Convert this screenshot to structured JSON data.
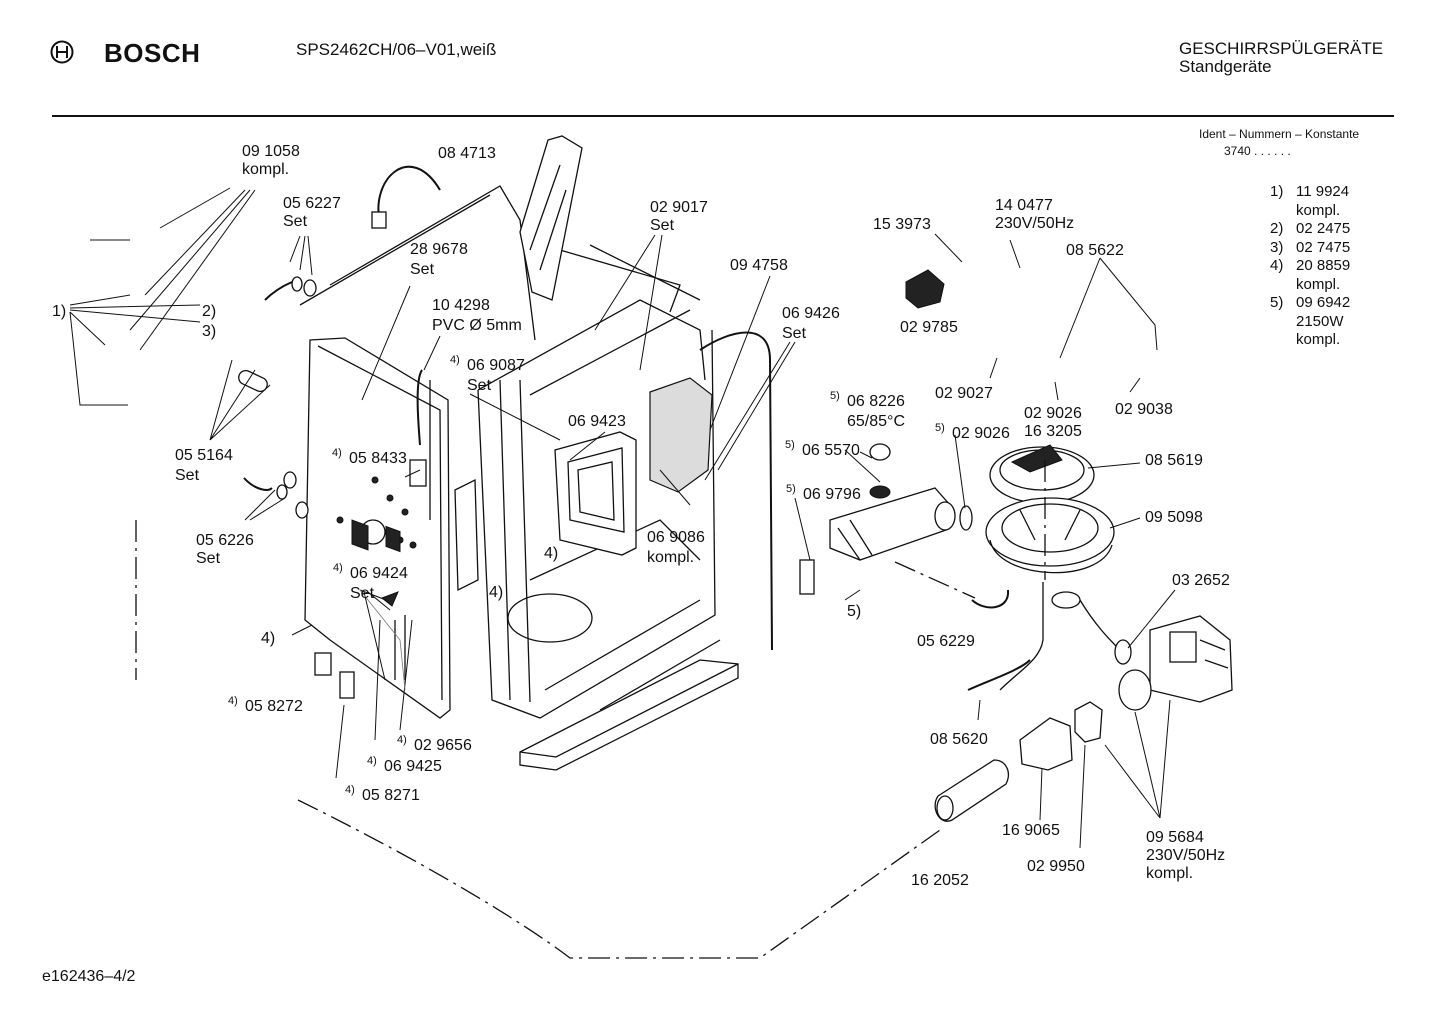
{
  "header": {
    "brand": "BOSCH",
    "model": "SPS2462CH/06–V01,weiß",
    "category_line1": "GESCHIRRSPÜLGERÄTE",
    "category_line2": "Standgeräte",
    "ident_label": "Ident – Nummern – Konstante",
    "ident_value": "3740 . .   . . . ."
  },
  "footer": {
    "drawing_id": "e162436–4/2"
  },
  "legend": [
    {
      "key": "1)",
      "lines": [
        "11 9924",
        "kompl."
      ]
    },
    {
      "key": "2)",
      "lines": [
        "02 2475"
      ]
    },
    {
      "key": "3)",
      "lines": [
        "02 7475"
      ]
    },
    {
      "key": "4)",
      "lines": [
        "20 8859",
        "kompl."
      ]
    },
    {
      "key": "5)",
      "lines": [
        "09 6942",
        "2150W",
        "kompl."
      ]
    }
  ],
  "callouts": {
    "c091058": [
      "09 1058",
      "kompl."
    ],
    "c084713": [
      "08 4713"
    ],
    "c056227": [
      "05 6227",
      "Set"
    ],
    "c289678": [
      "28 9678",
      "Set"
    ],
    "c104298": [
      "10 4298",
      "PVC Ø 5mm"
    ],
    "c069087": {
      "sup": "4)",
      "lines": [
        "06 9087",
        "Set"
      ]
    },
    "c029017": [
      "02 9017",
      "Set"
    ],
    "c094758": [
      "09 4758"
    ],
    "c069426": [
      "06 9426",
      "Set"
    ],
    "c069423": [
      "06 9423"
    ],
    "c069086": [
      "06 9086",
      "kompl."
    ],
    "c055164": [
      "05 5164",
      "Set"
    ],
    "c058433": {
      "sup": "4)",
      "lines": [
        "05 8433"
      ]
    },
    "c056226": [
      "05 6226",
      "Set"
    ],
    "c069424": {
      "sup": "4)",
      "lines": [
        "06 9424",
        "Set"
      ]
    },
    "c058272": {
      "sup": "4)",
      "lines": [
        "05 8272"
      ]
    },
    "c029656": {
      "sup": "4)",
      "lines": [
        "02 9656"
      ]
    },
    "c069425": {
      "sup": "4)",
      "lines": [
        "06 9425"
      ]
    },
    "c058271": {
      "sup": "4)",
      "lines": [
        "05 8271"
      ]
    },
    "c153973": [
      "15 3973"
    ],
    "c140477": [
      "14 0477",
      "230V/50Hz"
    ],
    "c085622": [
      "08 5622"
    ],
    "c029785": [
      "02 9785"
    ],
    "c029027": [
      "02 9027"
    ],
    "c029026": [
      "02 9026",
      "16 3205"
    ],
    "c029038": [
      "02 9038"
    ],
    "c068226": {
      "sup": "5)",
      "lines": [
        "06 8226",
        "65/85°C"
      ]
    },
    "c065570": {
      "sup": "5)",
      "lines": [
        "06 5570"
      ]
    },
    "c029026b": {
      "sup": "5)",
      "lines": [
        "02 9026"
      ]
    },
    "c069796": {
      "sup": "5)",
      "lines": [
        "06 9796"
      ]
    },
    "c085619": [
      "08 5619"
    ],
    "c095098": [
      "09 5098"
    ],
    "c032652": [
      "03 2652"
    ],
    "c056229": [
      "05 6229"
    ],
    "c085620": [
      "08 5620"
    ],
    "c169065": [
      "16 9065"
    ],
    "c029950": [
      "02 9950"
    ],
    "c162052": [
      "16 2052"
    ],
    "c095684": [
      "09 5684",
      "230V/50Hz",
      "kompl."
    ],
    "marker_1": "1)",
    "marker_2": "2)",
    "marker_3": "3)",
    "marker_4a": "4)",
    "marker_4b": "4)",
    "marker_4c": "4)",
    "marker_5": "5)"
  }
}
